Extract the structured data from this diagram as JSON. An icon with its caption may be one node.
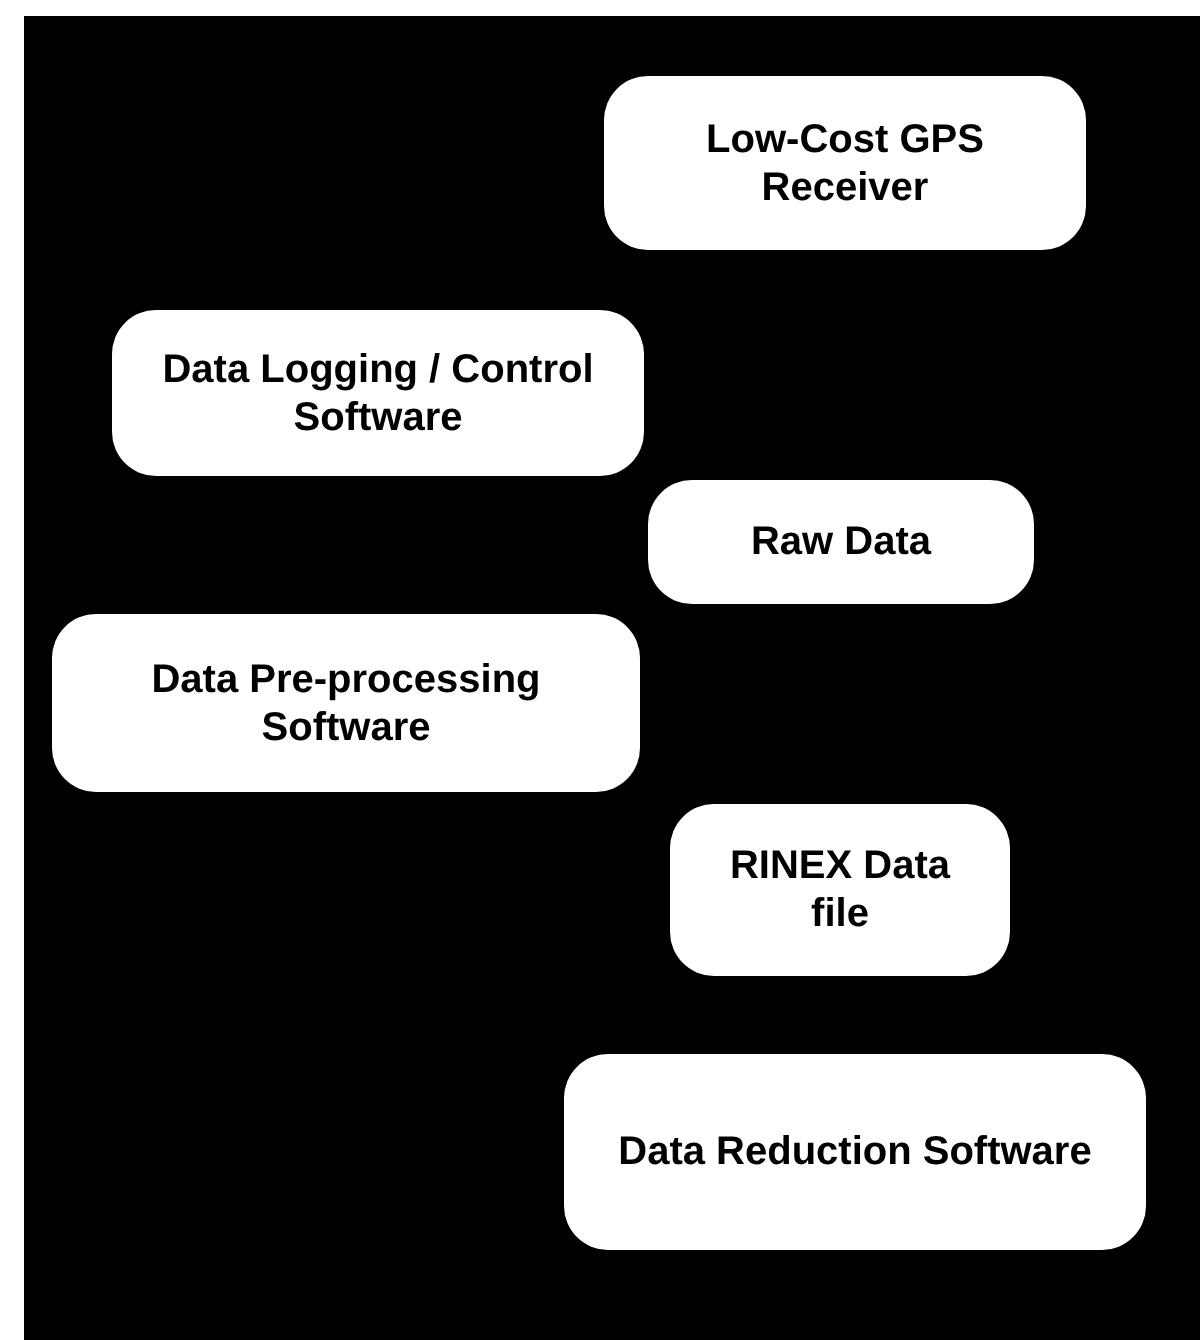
{
  "diagram": {
    "nodes": [
      {
        "text": [
          "Low-Cost GPS Receiver"
        ]
      },
      {
        "text": [
          "Data Logging / Control Software"
        ]
      },
      {
        "text": [
          "Raw Data"
        ]
      },
      {
        "text": [
          "Data Pre-processing Software"
        ]
      },
      {
        "text": [
          "RINEX Data file"
        ]
      },
      {
        "text": [
          "Data Reduction Software"
        ]
      }
    ]
  }
}
